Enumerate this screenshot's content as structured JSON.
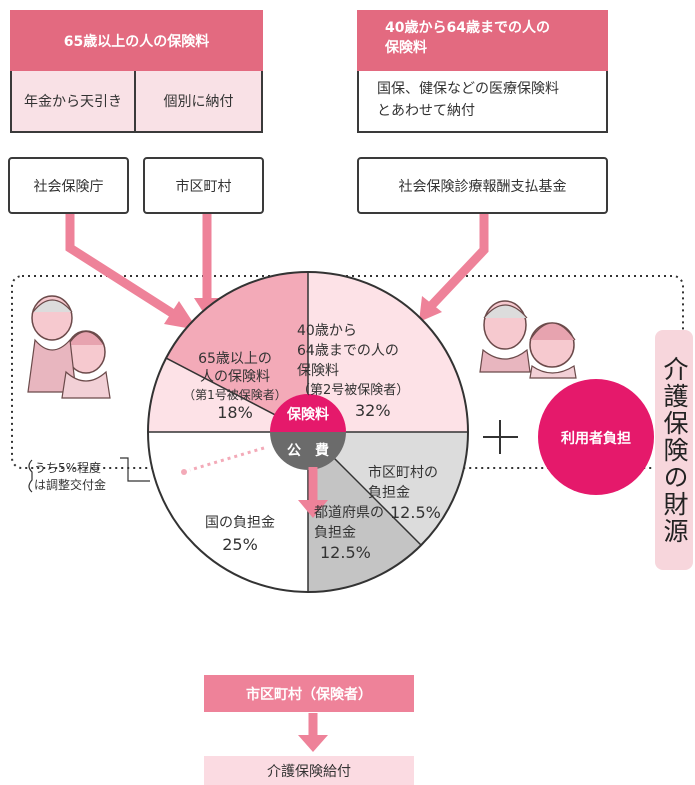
{
  "sources": {
    "left": {
      "header": "65歳以上の人の保険料",
      "methods": [
        "年金から天引き",
        "個別に納付"
      ],
      "collectors": [
        "社会保険庁",
        "市区町村"
      ]
    },
    "right": {
      "header_line1": "40歳から64歳までの人の",
      "header_line2": "保険料",
      "desc_line1": "国保、健保などの医療保険料",
      "desc_line2": "とあわせて納付",
      "collector": "社会保険診療報酬支払基金"
    }
  },
  "pie": {
    "center_top": "保険料",
    "center_bottom": "公　費",
    "segments": {
      "type1": {
        "lines": [
          "65歳以上の",
          "人の保険料",
          "（第1号被保険者）"
        ],
        "pct": "18%"
      },
      "type2": {
        "lines": [
          "40歳から",
          "64歳までの人の",
          "保険料",
          "（第2号被保険者）"
        ],
        "pct": "32%"
      },
      "municipal": {
        "lines": [
          "市区町村の",
          "負担金"
        ],
        "pct": "12.5%"
      },
      "prefecture": {
        "lines": [
          "都道府県の",
          "負担金"
        ],
        "pct": "12.5%"
      },
      "national": {
        "lines": [
          "国の負担金"
        ],
        "pct": "25%"
      }
    },
    "note_line1": "うち5%程度",
    "note_line2": "は調整交付金"
  },
  "plus": "＋",
  "user_burden": "利用者負担",
  "vertical_title": "介護保険の財源",
  "flow": {
    "insurer": "市区町村（保険者）",
    "benefit": "介護保険給付"
  },
  "colors": {
    "pink_dark": "#e36a80",
    "pink_light": "#f9e1e6",
    "magenta": "#e5196b",
    "gray_center": "#6b6b6b",
    "gray_light": "#dcdcdc",
    "gray_mid": "#c4c4c4"
  }
}
